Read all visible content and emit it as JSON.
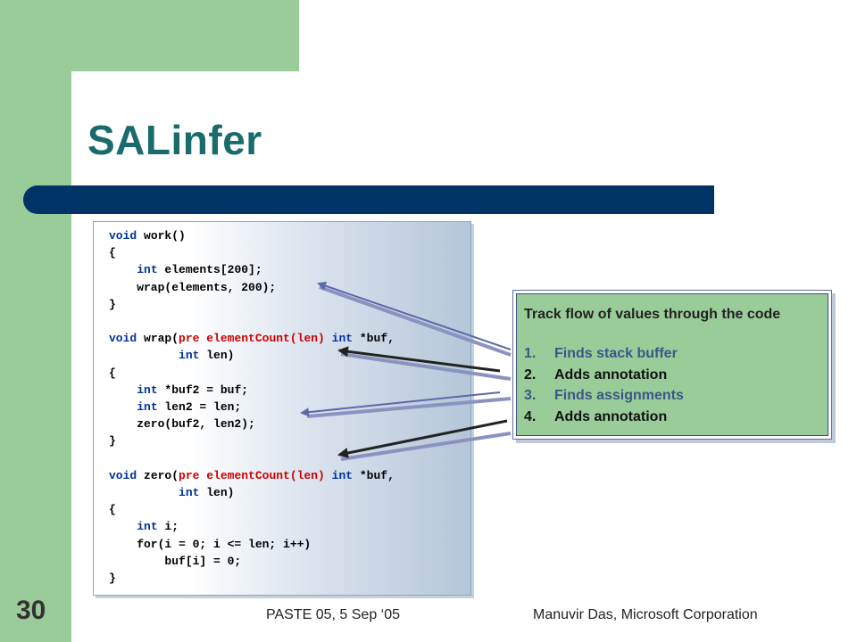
{
  "slide": {
    "title": "SALinfer",
    "number": "30",
    "footer_left": "PASTE 05, 5 Sep ‘05",
    "footer_right": "Manuvir Das, Microsoft Corporation"
  },
  "code_lines": [
    [
      {
        "t": "void",
        "c": "kw"
      },
      {
        "t": " work()"
      }
    ],
    [
      {
        "t": "{"
      }
    ],
    [
      {
        "t": "    "
      },
      {
        "t": "int",
        "c": "kw"
      },
      {
        "t": " elements[200];"
      }
    ],
    [
      {
        "t": "    wrap(elements, 200);"
      }
    ],
    [
      {
        "t": "}"
      }
    ],
    [
      {
        "t": ""
      }
    ],
    [
      {
        "t": "void",
        "c": "kw"
      },
      {
        "t": " wrap("
      },
      {
        "t": "pre elementCount(len)",
        "c": "ann"
      },
      {
        "t": " "
      },
      {
        "t": "int",
        "c": "kw"
      },
      {
        "t": " *buf,"
      }
    ],
    [
      {
        "t": "          "
      },
      {
        "t": "int",
        "c": "kw"
      },
      {
        "t": " len)"
      }
    ],
    [
      {
        "t": "{"
      }
    ],
    [
      {
        "t": "    "
      },
      {
        "t": "int",
        "c": "kw"
      },
      {
        "t": " *buf2 = buf;"
      }
    ],
    [
      {
        "t": "    "
      },
      {
        "t": "int",
        "c": "kw"
      },
      {
        "t": " len2 = len;"
      }
    ],
    [
      {
        "t": "    zero(buf2, len2);"
      }
    ],
    [
      {
        "t": "}"
      }
    ],
    [
      {
        "t": ""
      }
    ],
    [
      {
        "t": "void",
        "c": "kw"
      },
      {
        "t": " zero("
      },
      {
        "t": "pre elementCount(len)",
        "c": "ann"
      },
      {
        "t": " "
      },
      {
        "t": "int",
        "c": "kw"
      },
      {
        "t": " *buf,"
      }
    ],
    [
      {
        "t": "          "
      },
      {
        "t": "int",
        "c": "kw"
      },
      {
        "t": " len)"
      }
    ],
    [
      {
        "t": "{"
      }
    ],
    [
      {
        "t": "    "
      },
      {
        "t": "int",
        "c": "kw"
      },
      {
        "t": " i;"
      }
    ],
    [
      {
        "t": "    for(i = 0; i <= len; i++)"
      }
    ],
    [
      {
        "t": "        buf[i] = 0;"
      }
    ],
    [
      {
        "t": "}"
      }
    ]
  ],
  "note": {
    "title": "Track flow of values through the code",
    "items": [
      {
        "num": "1.",
        "text": "Finds stack buffer",
        "color": "#3d5688"
      },
      {
        "num": "2.",
        "text": "Adds annotation",
        "color": "#111111"
      },
      {
        "num": "3.",
        "text": "Finds assignments",
        "color": "#3d5688"
      },
      {
        "num": "4.",
        "text": "Adds annotation",
        "color": "#111111"
      }
    ]
  },
  "colors": {
    "sidebar_green": "#99cc99",
    "title_teal": "#1a6b6b",
    "title_bar_navy": "#003366",
    "keyword_blue": "#003399",
    "annotation_red": "#cc0000",
    "arrow_blue": "#5a6aa8",
    "arrow_black": "#222222"
  }
}
